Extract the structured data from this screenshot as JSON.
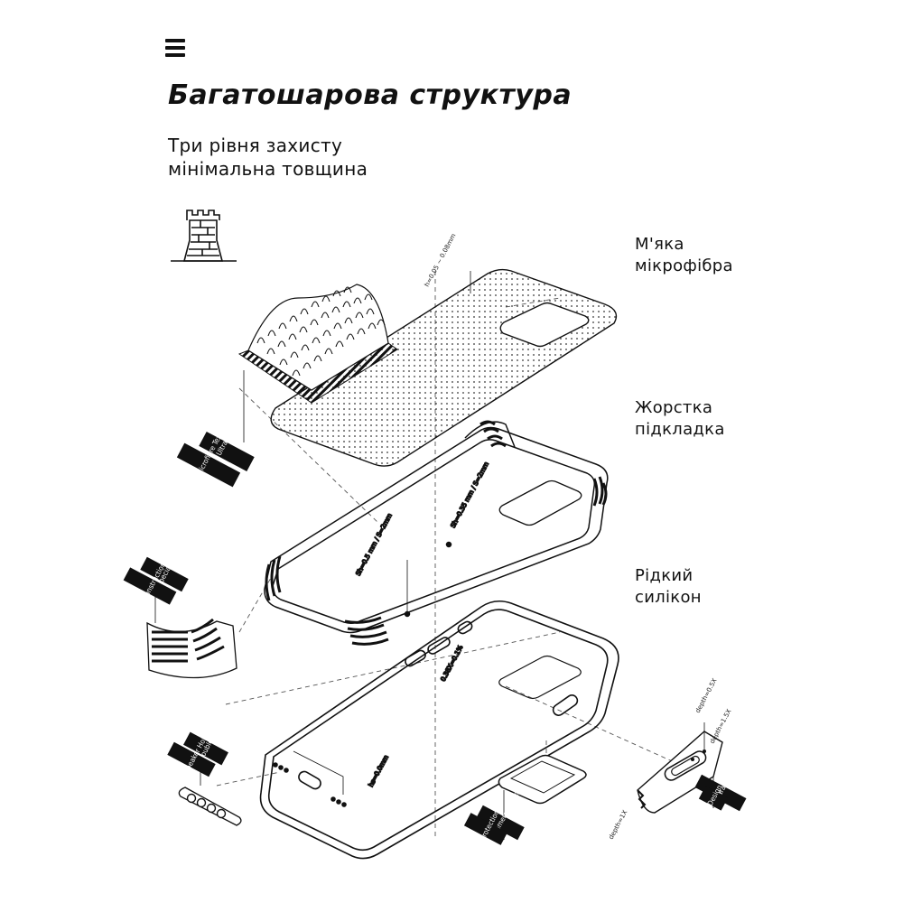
{
  "header": {
    "title": "Багатошарова структура",
    "subtitle_line1": "Три рівня захисту",
    "subtitle_line2": "мінімальна товщина"
  },
  "icons": {
    "menu": "hamburger-menu-icon",
    "protection": "castle-tower-icon"
  },
  "layers": [
    {
      "line1": "М'яка",
      "line2": "мікрофібра"
    },
    {
      "line1": "Жорстка",
      "line2": "підкладка"
    },
    {
      "line1": "Рідкий",
      "line2": "силікон"
    }
  ],
  "callouts": {
    "microfiber_1": "Ultra-Soft",
    "microfiber_2": "Microfibre Texture",
    "corner_1": "Special corner",
    "corner_2": "Construction",
    "speaker_1": "Double-step",
    "speaker_2": "Speaker Hole",
    "camera_1": "Camera Frame",
    "camera_2": "Protection",
    "button_1": "Separate Button",
    "button_2": "Design"
  },
  "dimensions": {
    "d1": "h=0.05 ~ 0.08mm",
    "d2": "Sh=0.35 mm / S=2mm",
    "d3": "Sh=0.5 mm / S=2mm",
    "d4": "0.38X=0.1%",
    "d5": "hs=0.0mm",
    "d6": "depth=0.5X",
    "d7": "depth=1.5X",
    "d8": "depth=1X"
  },
  "colors": {
    "ink": "#111111",
    "background": "#ffffff",
    "dash": "#555555"
  }
}
